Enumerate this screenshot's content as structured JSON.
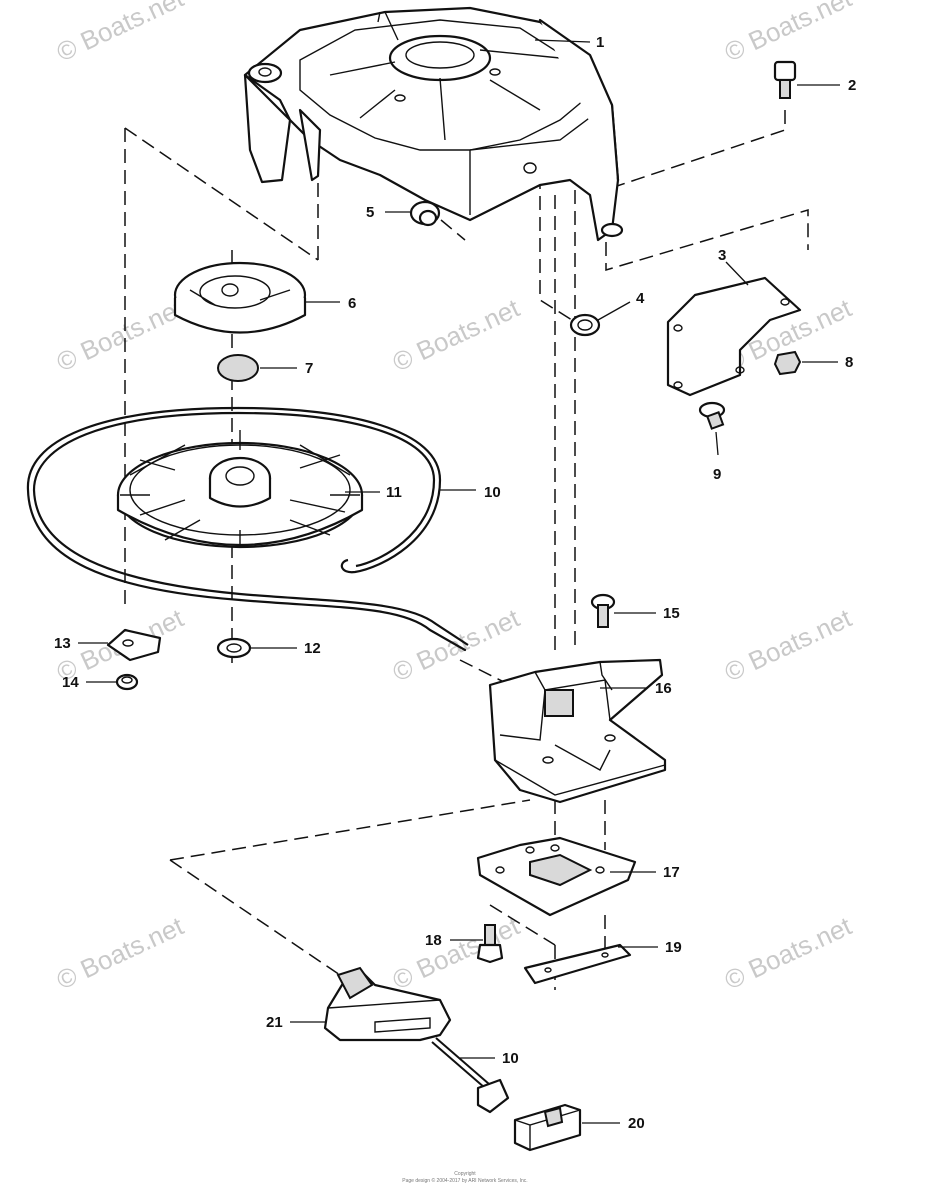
{
  "watermark": "© Boats.net",
  "copyright": {
    "line1": "Copyright",
    "line2": "Page design © 2004-2017 by ARI Network Services, Inc."
  },
  "callouts": [
    "1",
    "2",
    "3",
    "4",
    "5",
    "6",
    "7",
    "8",
    "9",
    "10",
    "11",
    "12",
    "13",
    "14",
    "15",
    "16",
    "17",
    "18",
    "19",
    "10",
    "20",
    "21"
  ]
}
